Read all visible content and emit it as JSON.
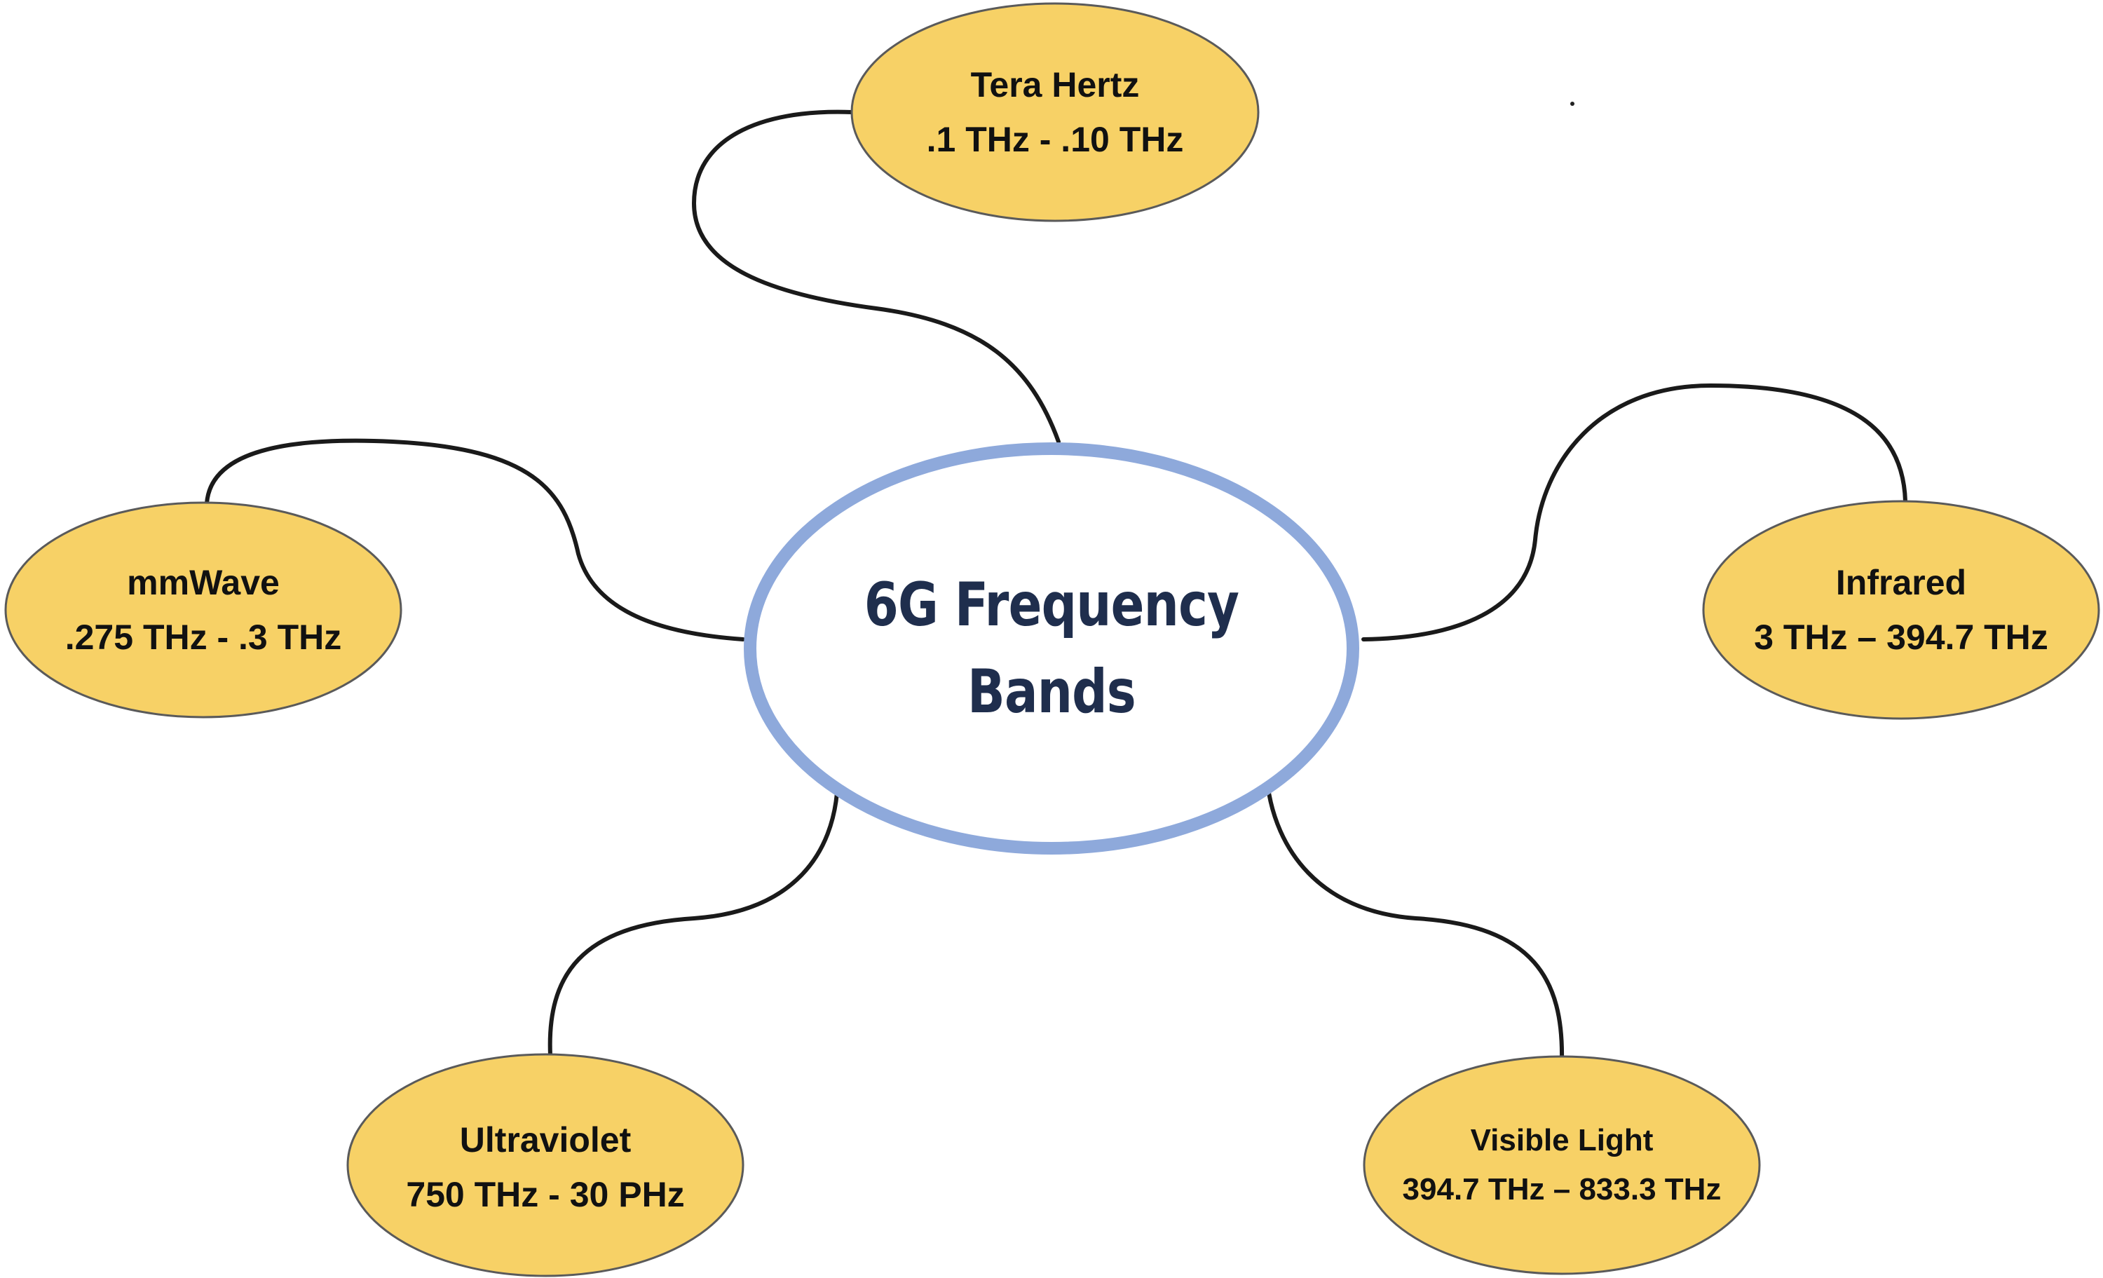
{
  "diagram": {
    "colors": {
      "node_fill": "#F7D166",
      "center_ring": "#8EA9DB",
      "center_text": "#1F2E4D",
      "connector": "#1A1A1A"
    },
    "center": {
      "line1": "6G Frequency",
      "line2": "Bands"
    },
    "bands": [
      {
        "id": "tera-hertz",
        "name": "Tera Hertz",
        "range": ".1 THz - .10 THz"
      },
      {
        "id": "mmwave",
        "name": "mmWave",
        "range": ".275 THz - .3 THz"
      },
      {
        "id": "infrared",
        "name": "Infrared",
        "range": "3 THz – 394.7 THz"
      },
      {
        "id": "ultraviolet",
        "name": "Ultraviolet",
        "range": "750 THz - 30 PHz"
      },
      {
        "id": "visible-light",
        "name": "Visible Light",
        "range": "394.7 THz – 833.3 THz"
      }
    ]
  }
}
